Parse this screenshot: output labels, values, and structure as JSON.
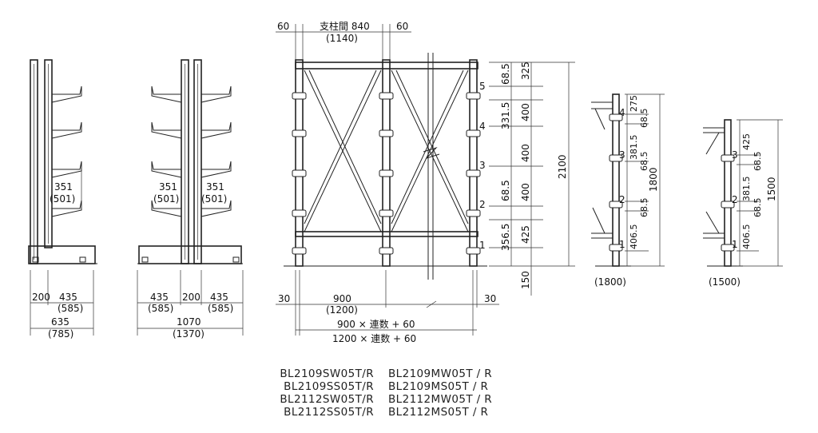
{
  "labels": {
    "top_60_left": "60",
    "top_span": "支柱間 840",
    "top_span_paren": "(1140)",
    "top_60_right": "60",
    "left_bottom_200": "200",
    "left_bottom_435": "435",
    "left_bottom_585": "(585)",
    "left_total_635": "635",
    "left_total_785": "(785)",
    "left_arm_351": "351",
    "left_arm_501": "(501)",
    "dbl_bottom_435a": "435",
    "dbl_bottom_585a": "(585)",
    "dbl_bottom_200": "200",
    "dbl_bottom_435b": "435",
    "dbl_bottom_585b": "(585)",
    "dbl_total_1070": "1070",
    "dbl_total_1370": "(1370)",
    "dbl_arm_351a": "351",
    "dbl_arm_501a": "(501)",
    "dbl_arm_351b": "351",
    "dbl_arm_501b": "(501)",
    "front_30_left": "30",
    "front_900": "900",
    "front_1200": "(1200)",
    "front_30_right": "30",
    "front_formula_900": "900 × 連数 + 60",
    "front_formula_1200": "1200 × 連数 + 60",
    "front_h_68_5_a": "68.5",
    "front_h_325": "325",
    "front_h_331_5": "331.5",
    "front_h_400_a": "400",
    "front_h_400_b": "400",
    "front_h_400_c": "400",
    "front_h_68_5_b": "68.5",
    "front_h_356_5": "356.5",
    "front_h_425": "425",
    "front_h_2100": "2100",
    "front_h_150": "150",
    "lvl_5": "5",
    "lvl_4": "4",
    "lvl_3": "3",
    "lvl_2": "2",
    "lvl_1": "1",
    "m_lvl_4": "4",
    "m_lvl_3": "3",
    "m_lvl_2": "2",
    "m_lvl_1": "1",
    "m_275": "275",
    "m_68_5_a": "68.5",
    "m_381_5": "381.5",
    "m_68_5_b": "68.5",
    "m_68_5_c": "68.5",
    "m_406_5": "406.5",
    "m_1800": "1800",
    "m_caption": "(1800)",
    "s_lvl_3": "3",
    "s_lvl_2": "2",
    "s_lvl_1": "1",
    "s_425": "425",
    "s_68_5_a": "68.5",
    "s_381_5": "381.5",
    "s_68_5_b": "68.5",
    "s_406_5": "406.5",
    "s_1500": "1500",
    "s_caption": "(1500)"
  },
  "models": {
    "rows": [
      [
        "BL2109SW05T/R",
        "BL2109MW05T / R"
      ],
      [
        "BL2109SS05T/R",
        "BL2109MS05T / R"
      ],
      [
        "BL2112SW05T/R",
        "BL2112MW05T / R"
      ],
      [
        "BL2112SS05T/R",
        "BL2112MS05T / R"
      ]
    ]
  }
}
